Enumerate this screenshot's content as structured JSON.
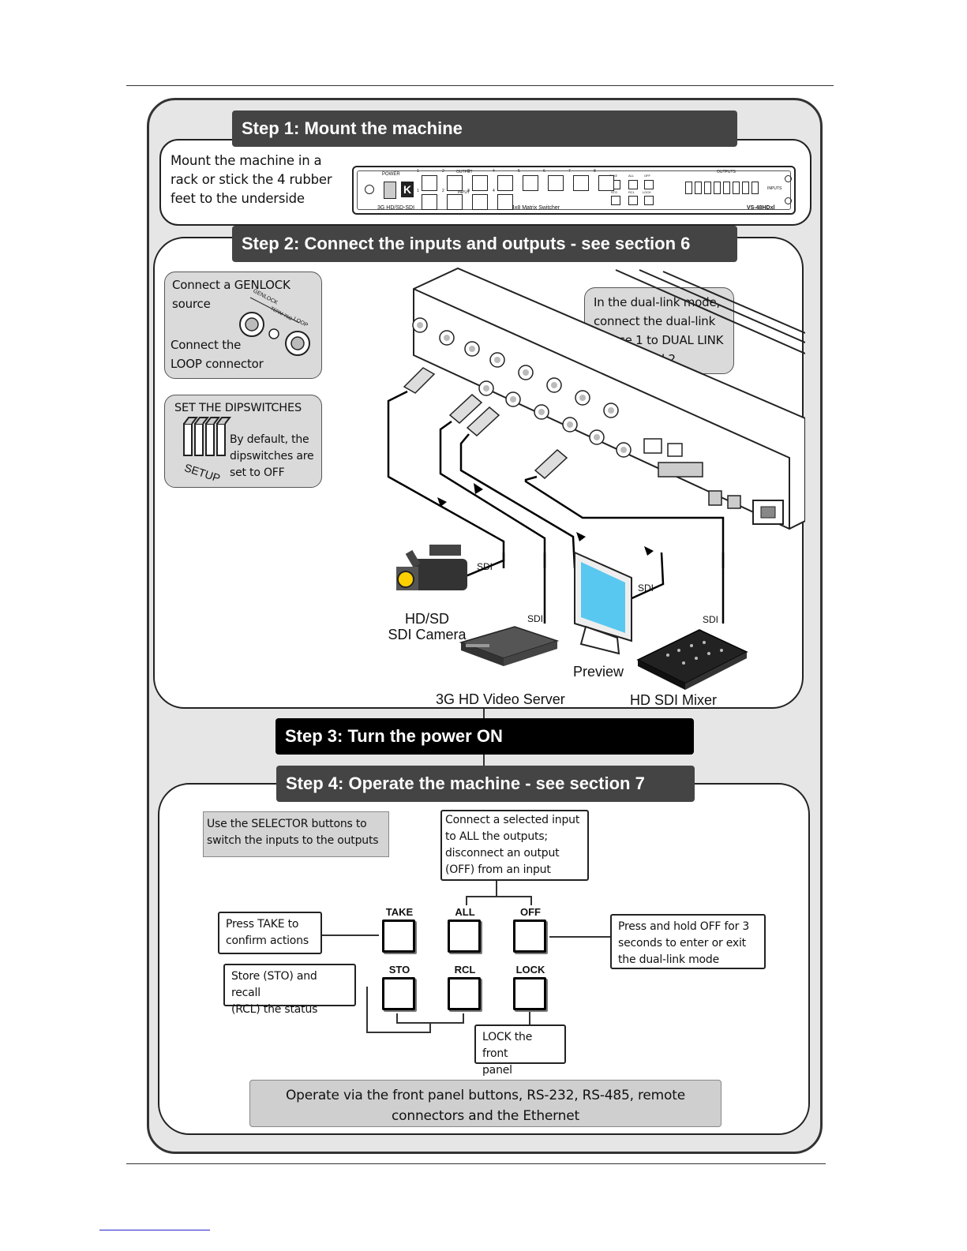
{
  "step1": {
    "title": "Step 1: Mount the machine",
    "instruction": [
      "Mount the machine in a",
      "rack or stick the 4 rubber",
      "feet to the underside"
    ],
    "panel": {
      "power_label": "POWER",
      "output_label": "OUTPUT",
      "input_label": "INPUT",
      "outputs_label": "OUTPUTS",
      "inputs_label": "INPUTS",
      "output_numbers": [
        "1",
        "2",
        "3",
        "4",
        "5",
        "6",
        "7",
        "8"
      ],
      "input_numbers": [
        "1",
        "2",
        "3",
        "4"
      ],
      "take": "TAKE",
      "all": "ALL",
      "off": "OFF",
      "sto": "STO",
      "rcl": "RCL",
      "lock": "LOCK",
      "left_text": "3G HD/SD-SDI",
      "center_text": "4x8 Matrix Switcher",
      "model": "VS-48HDxl"
    }
  },
  "step2": {
    "title": "Step 2: Connect the inputs and outputs - see section 6",
    "genlock_callout": {
      "line1": [
        "Connect a GENLOCK",
        "source"
      ],
      "line2": [
        "Connect the",
        "LOOP connector"
      ],
      "genlock_label": "GENLOCK",
      "term_label": "TERM 75Ω",
      "loop_label": "LOOP"
    },
    "dip_callout": {
      "title": "SET THE DIPSWITCHES",
      "text": [
        "By default, the",
        "dipswitches are",
        "set to OFF"
      ],
      "setup_label": "SETUP"
    },
    "dual_link_callout": [
      "In the dual-link mode,",
      "connect the dual-link",
      "source 1 to DUAL LINK",
      "INPUT 1 and 2"
    ],
    "sdi": "SDI",
    "devices": {
      "camera": [
        "HD/SD",
        "SDI Camera"
      ],
      "server": "3G HD Video Server",
      "preview": "Preview",
      "mixer": "HD SDI Mixer"
    }
  },
  "step3": {
    "title": "Step 3: Turn the power ON"
  },
  "step4": {
    "title": "Step 4: Operate the machine - see section 7",
    "selector_note": [
      "Use the SELECTOR buttons to",
      "switch the inputs to the outputs"
    ],
    "all_note": [
      "Connect a selected input",
      "to ALL the outputs;",
      "disconnect an output",
      "(OFF) from an input"
    ],
    "take_note": [
      "Press TAKE to",
      "confirm actions"
    ],
    "off_note": [
      "Press and hold OFF for 3",
      "seconds to enter or exit",
      "the dual-link mode"
    ],
    "sto_note": [
      "Store (STO) and recall",
      "(RCL) the status"
    ],
    "lock_note": [
      "LOCK the front",
      "panel"
    ],
    "buttons": [
      "TAKE",
      "ALL",
      "OFF",
      "STO",
      "RCL",
      "LOCK"
    ],
    "footer_note": [
      "Operate via the front panel buttons, RS-232, RS-485, remote",
      "connectors and the Ethernet"
    ]
  },
  "colors": {
    "step_bar": "#444444",
    "step3_bar": "#000000",
    "outer_panel": "#e6e6e6",
    "callout_fill": "#dadada"
  }
}
